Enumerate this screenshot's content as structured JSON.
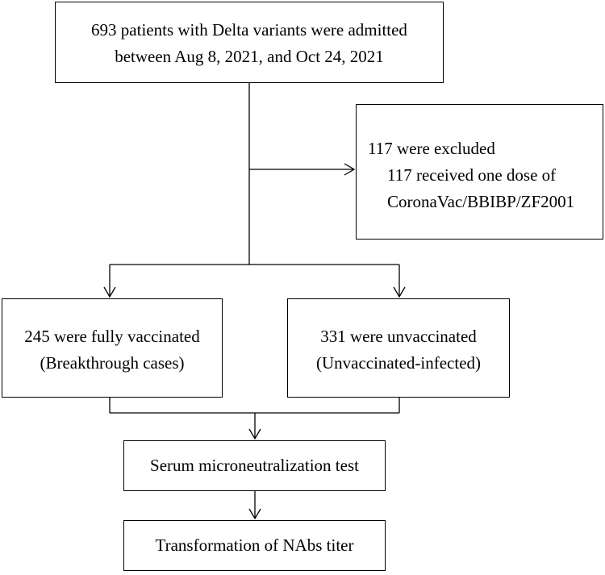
{
  "nodes": {
    "admitted": {
      "lines": [
        "693 patients with Delta variants were admitted",
        "between Aug 8, 2021, and Oct 24, 2021"
      ]
    },
    "excluded": {
      "lines": [
        "117 were excluded",
        "117 received one dose of",
        "CoronaVac/BBIBP/ZF2001"
      ]
    },
    "vaccinated": {
      "lines": [
        "245 were fully vaccinated",
        "(Breakthrough cases)"
      ]
    },
    "unvaccinated": {
      "lines": [
        "331 were unvaccinated",
        "(Unvaccinated-infected)"
      ]
    },
    "test": {
      "lines": [
        "Serum microneutralization test"
      ]
    },
    "titer": {
      "lines": [
        "Transformation of NAbs titer"
      ]
    }
  },
  "edges": [
    {
      "from": "admitted",
      "to": "excluded"
    },
    {
      "from": "admitted",
      "to": "vaccinated"
    },
    {
      "from": "admitted",
      "to": "unvaccinated"
    },
    {
      "from": "vaccinated",
      "to": "test"
    },
    {
      "from": "unvaccinated",
      "to": "test"
    },
    {
      "from": "test",
      "to": "titer"
    }
  ],
  "colors": {
    "stroke": "#000000",
    "background": "#ffffff",
    "text": "#000000"
  }
}
